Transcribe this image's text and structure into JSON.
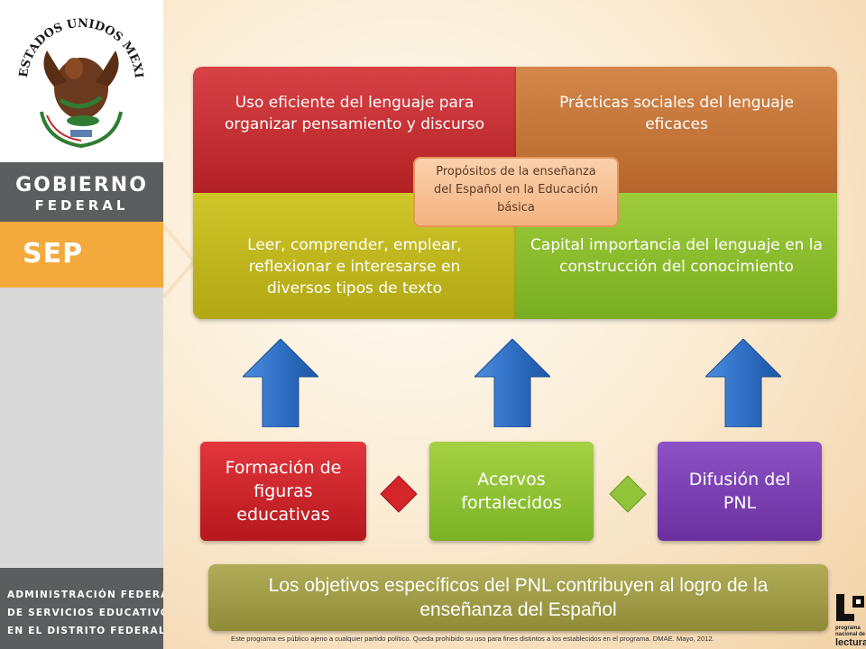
{
  "sidebar": {
    "seal_text": "ESTADOS UNIDOS MEXICANOS",
    "gobierno_line1": "GOBIERNO",
    "gobierno_line2": "FEDERAL",
    "sep": "SEP",
    "admin_line1": "ADMINISTRACIÓN FEDERAL",
    "admin_line2": "DE SERVICIOS EDUCATIVOS",
    "admin_line3": "EN EL DISTRITO FEDERAL"
  },
  "quadrants": {
    "top_left": "Uso eficiente del lenguaje para organizar pensamiento y discurso",
    "top_right": "Prácticas sociales del lenguaje eficaces",
    "bottom_left": "Leer, comprender, emplear, reflexionar e interesarse en diversos tipos de texto",
    "bottom_right": "Capital importancia del lenguaje en la construcción del conocimiento",
    "center": "Propósitos de la enseñanza del Español en la Educación básica"
  },
  "boxes": {
    "formacion": "Formación de figuras educativas",
    "acervos": "Acervos fortalecidos",
    "difusion": "Difusión del PNL"
  },
  "banner": "Los objetivos específicos del PNL contribuyen al logro de la enseñanza del Español",
  "footer": "Este programa es público ajeno a cualquier partido político. Queda prohibido su uso para fines distintos a los establecidos en el programa.   DMAE. Mayo, 2012.",
  "pnl_logo": {
    "line1": "programa",
    "line2": "nacional de",
    "line3": "lectura"
  },
  "colors": {
    "red": "#c42b2f",
    "orange": "#c5763a",
    "olive": "#c0b71e",
    "green": "#8cbf2e",
    "purple": "#7b41b3",
    "sep_orange": "#f3a93b",
    "sidebar_gray": "#5b5d5f",
    "arrow_blue": "#2f6fc4"
  }
}
